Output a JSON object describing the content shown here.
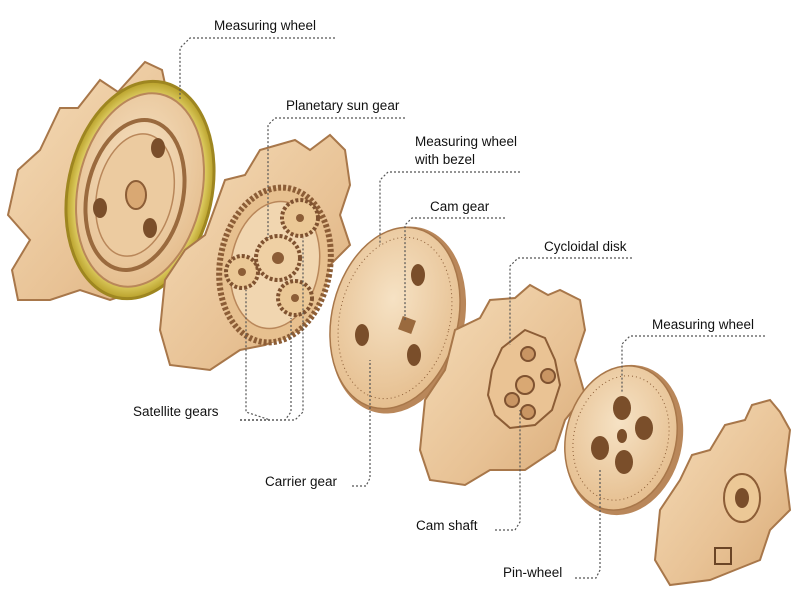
{
  "colors": {
    "wood": "#e9c59a",
    "wood_light": "#f3d9b5",
    "wood_edge": "#b9875a",
    "wood_dark": "#8c5d36",
    "bezel": "#d8c24a",
    "leader": "#555555"
  },
  "labels": {
    "measuring_wheel_top": "Measuring wheel",
    "planetary_sun_gear": "Planetary sun gear",
    "measuring_wheel_bezel_1": "Measuring wheel",
    "measuring_wheel_bezel_2": "with bezel",
    "cam_gear": "Cam gear",
    "cycloidal_disk": "Cycloidal disk",
    "measuring_wheel_right": "Measuring wheel",
    "satellite_gears": "Satellite gears",
    "carrier_gear": "Carrier gear",
    "cam_shaft": "Cam shaft",
    "pin_wheel": "Pin-wheel"
  }
}
